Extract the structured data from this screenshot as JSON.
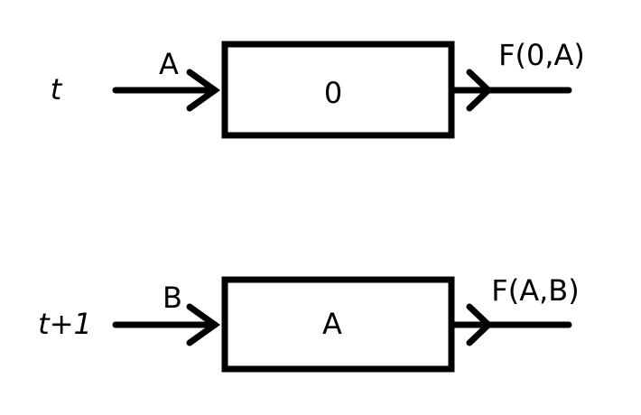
{
  "diagram": {
    "colors": {
      "stroke": "#000000",
      "background": "#ffffff"
    },
    "steps": [
      {
        "time_label": "t",
        "input_label": "A",
        "state_label": "0",
        "output_label": "F(0,A)"
      },
      {
        "time_label": "t+1",
        "input_label": "B",
        "state_label": "A",
        "output_label": "F(A,B)"
      }
    ]
  }
}
